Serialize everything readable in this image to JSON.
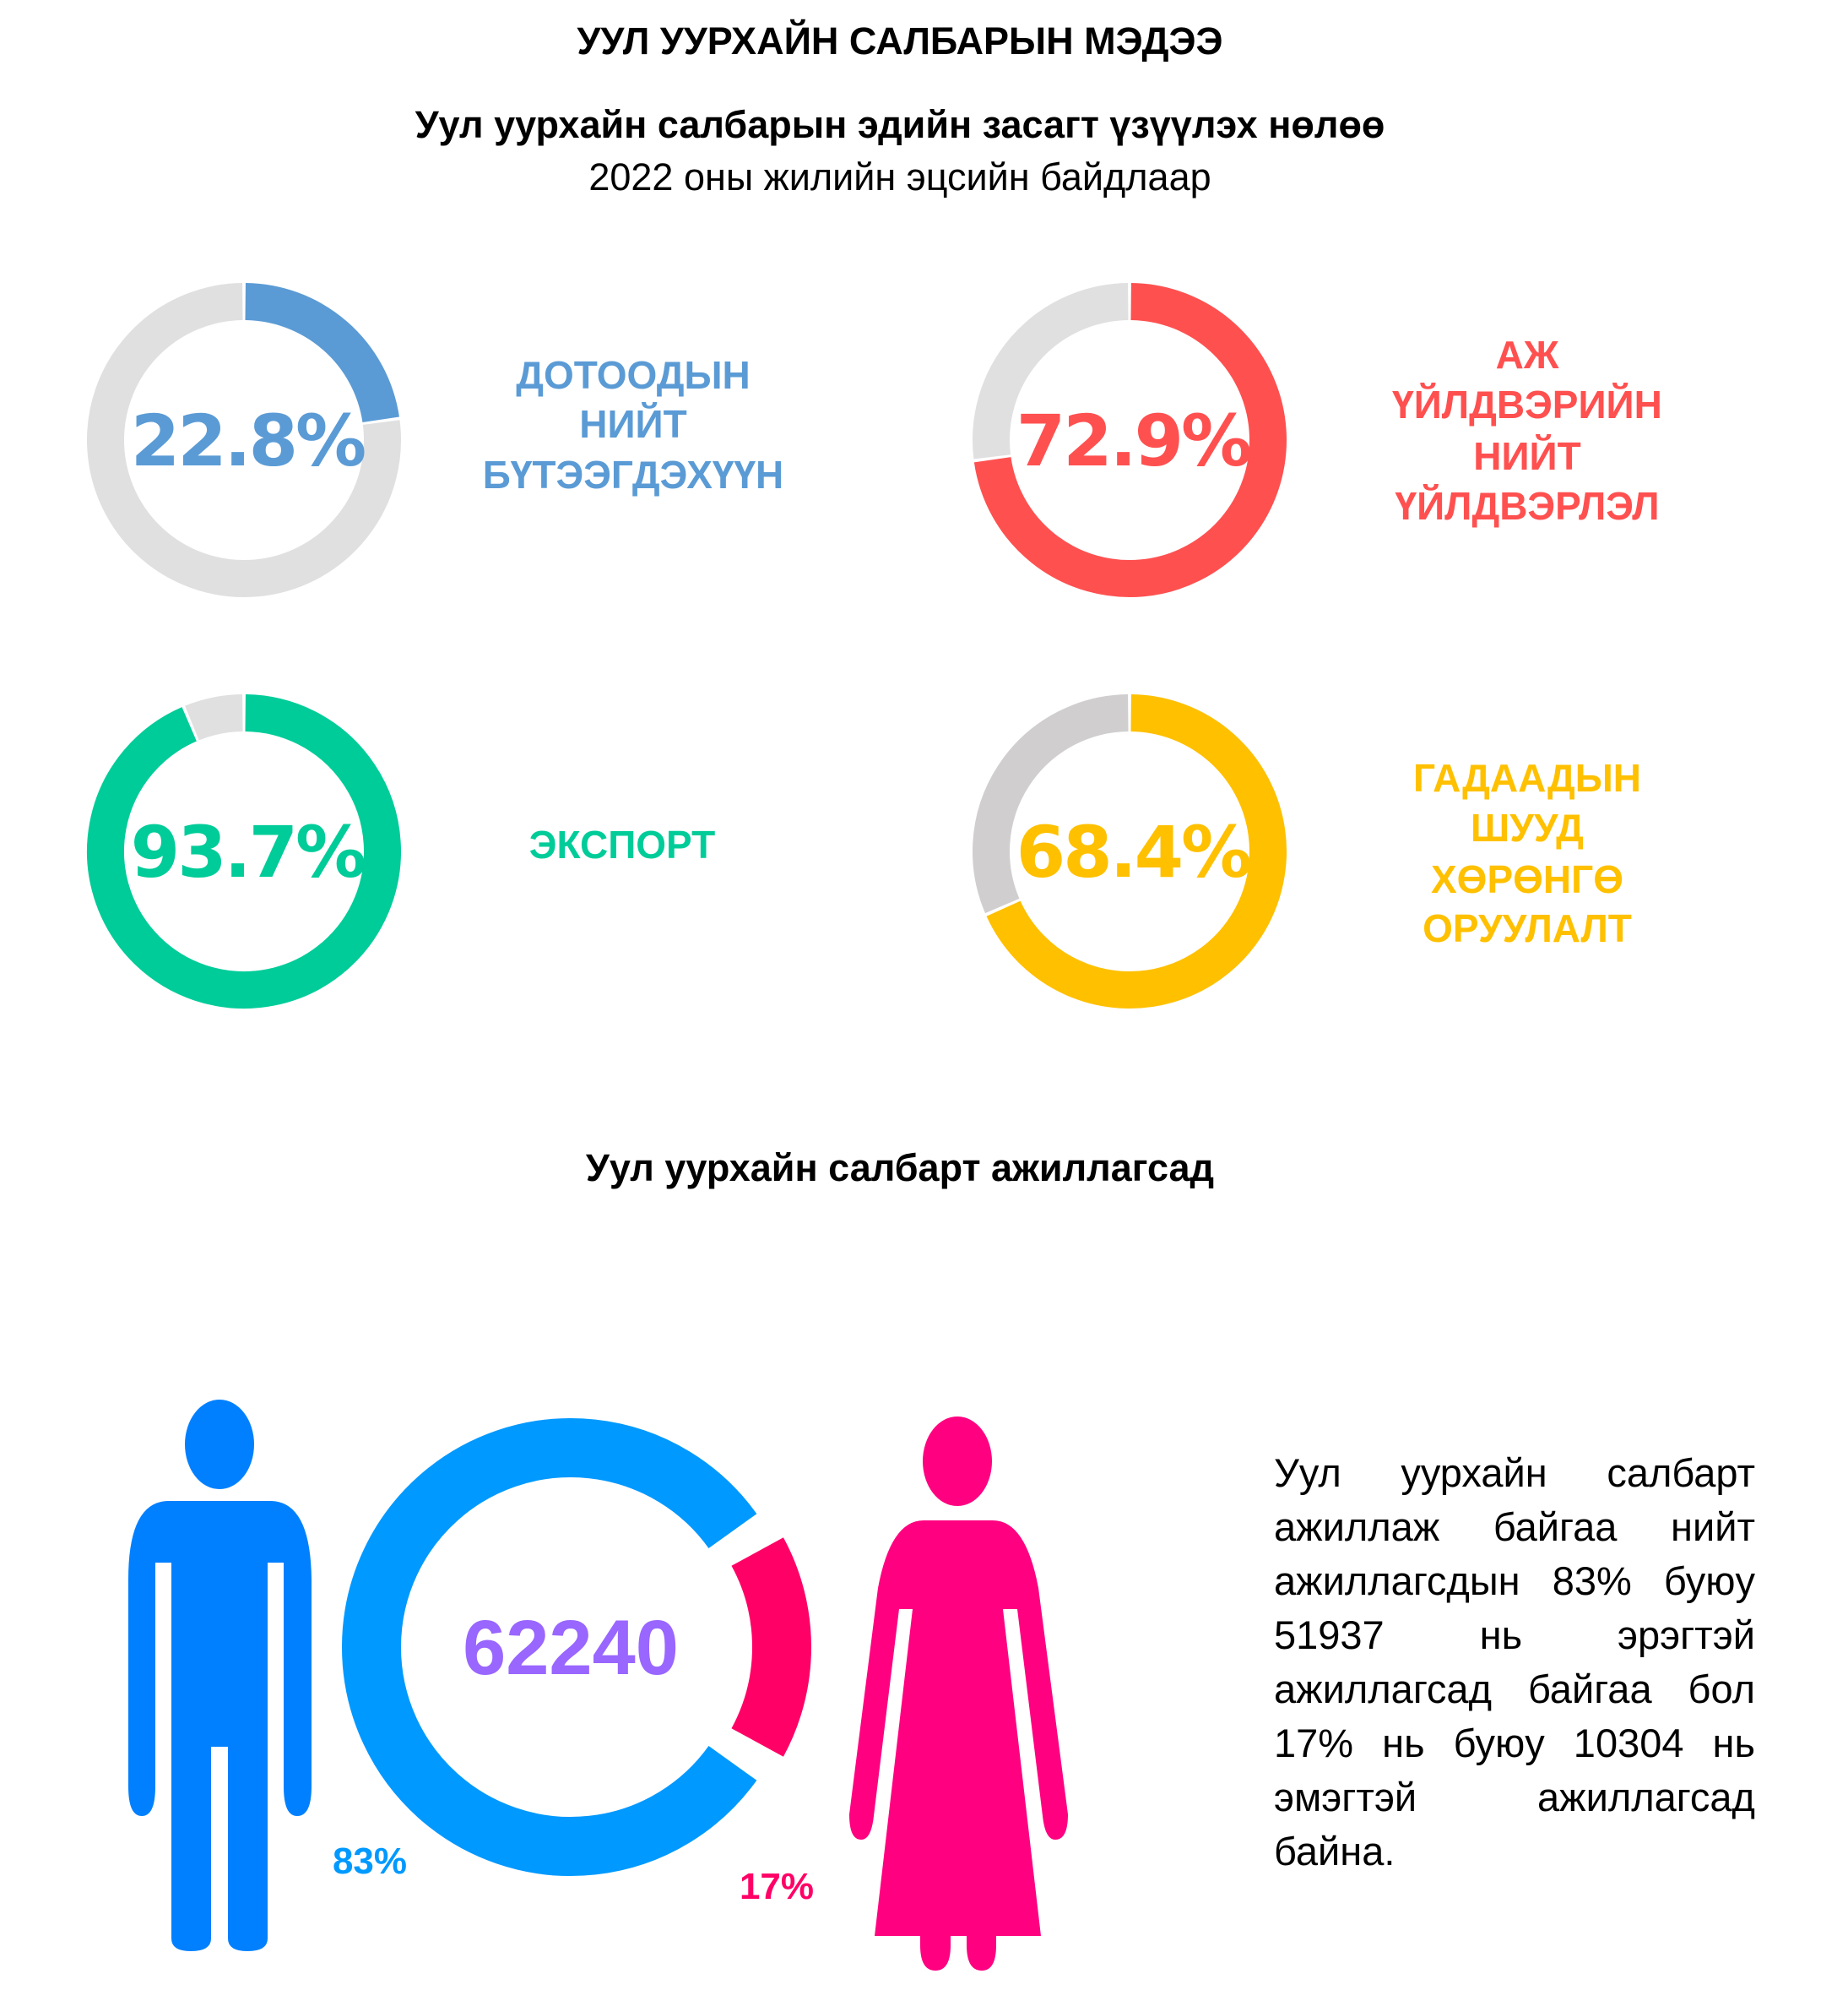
{
  "header": {
    "title": "УУЛ УУРХАЙН САЛБАРЫН МЭДЭЭ",
    "subtitle": "Уул уурхайн салбарын эдийн засагт үзүүлэх нөлөө",
    "period": "2022 оны жилийн эцсийн байдлаар"
  },
  "chart_data": [
    {
      "type": "pie",
      "title": "Уул уурхайн салбарын эдийн засагт үзүүлэх нөлөө",
      "donuts": [
        {
          "label_lines": [
            "ДОТООДЫН",
            "НИЙТ",
            "БҮТЭЭГДЭХҮҮН"
          ],
          "value": 22.8,
          "value_label": "22.8%",
          "color": "#5B9BD5",
          "rest_color": "#E0E0E0"
        },
        {
          "label_lines": [
            "АЖ",
            "ҮЙЛДВЭРИЙН",
            "НИЙТ",
            "ҮЙЛДВЭРЛЭЛ"
          ],
          "value": 72.9,
          "value_label": "72.9%",
          "color": "#FF5050",
          "rest_color": "#E0E0E0"
        },
        {
          "label_lines": [
            "ЭКСПОРТ"
          ],
          "value": 93.7,
          "value_label": "93.7%",
          "color": "#00CC99",
          "rest_color": "#E0E0E0"
        },
        {
          "label_lines": [
            "ГАДААДЫН",
            "ШУУД",
            "ХӨРӨНГӨ",
            "ОРУУЛАЛТ"
          ],
          "value": 68.4,
          "value_label": "68.4%",
          "color": "#FFC000",
          "rest_color": "#D0CECE"
        }
      ]
    },
    {
      "type": "pie",
      "title": "Уул уурхайн салбарт ажиллагсад",
      "total": 62240,
      "total_label": "62240",
      "series": [
        {
          "name": "Эрэгтэй",
          "value": 83,
          "value_label": "83%",
          "count": 51937,
          "color": "#0099FF"
        },
        {
          "name": "Эмэгтэй",
          "value": 17,
          "value_label": "17%",
          "count": 10304,
          "color": "#FF0066"
        }
      ]
    }
  ],
  "workers": {
    "heading": "Уул уурхайн салбарт ажиллагсад",
    "description": "Уул уурхайн салбарт ажиллаж байгаа нийт ажиллагсдын 83% буюу 51937 нь эрэгтэй ажиллагсад байгаа бол 17% нь буюу 10304 нь эмэгтэй ажиллагсад байна.",
    "male_color": "#0080FF",
    "female_color": "#FF0080",
    "total_color": "#9966FF"
  }
}
